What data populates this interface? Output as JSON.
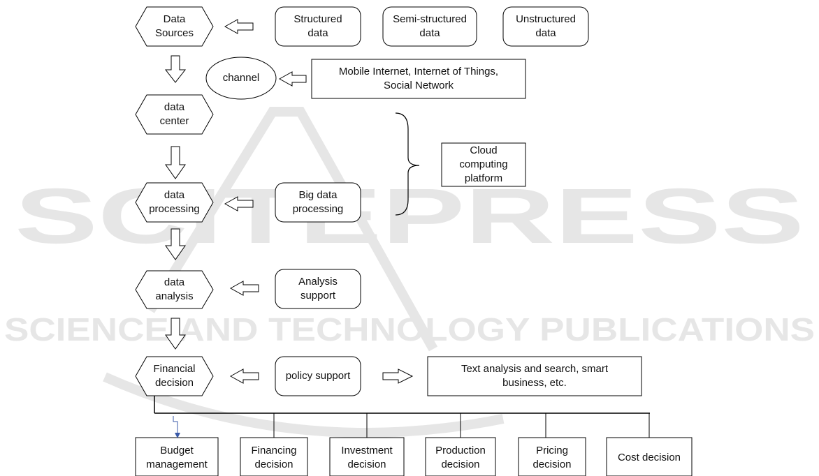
{
  "watermark": {
    "main": "SCITEPRESS",
    "sub": "SCIENCE AND TECHNOLOGY PUBLICATIONS",
    "color": "#e6e6e6"
  },
  "colors": {
    "stroke": "#000000",
    "arrow_blue": "#3a5aa8"
  },
  "stages": {
    "data_sources": "Data\nSources",
    "data_center": "data\ncenter",
    "data_processing": "data\nprocessing",
    "data_analysis": "data\nanalysis",
    "financial_decision": "Financial\ndecision"
  },
  "data_types": {
    "structured": "Structured\ndata",
    "semi_structured": "Semi-structured\ndata",
    "unstructured": "Unstructured\ndata"
  },
  "channel": {
    "label": "channel",
    "sources": "Mobile Internet, Internet of Things,\nSocial Network"
  },
  "cloud": {
    "label": "Cloud\ncomputing\nplatform"
  },
  "supports": {
    "big_data": "Big data\nprocessing",
    "analysis": "Analysis\nsupport",
    "policy": "policy support",
    "text_analysis": "Text analysis and search, smart\nbusiness, etc."
  },
  "decisions": [
    "Budget\nmanagement",
    "Financing\ndecision",
    "Investment\ndecision",
    "Production\ndecision",
    "Pricing\ndecision",
    "Cost decision"
  ]
}
